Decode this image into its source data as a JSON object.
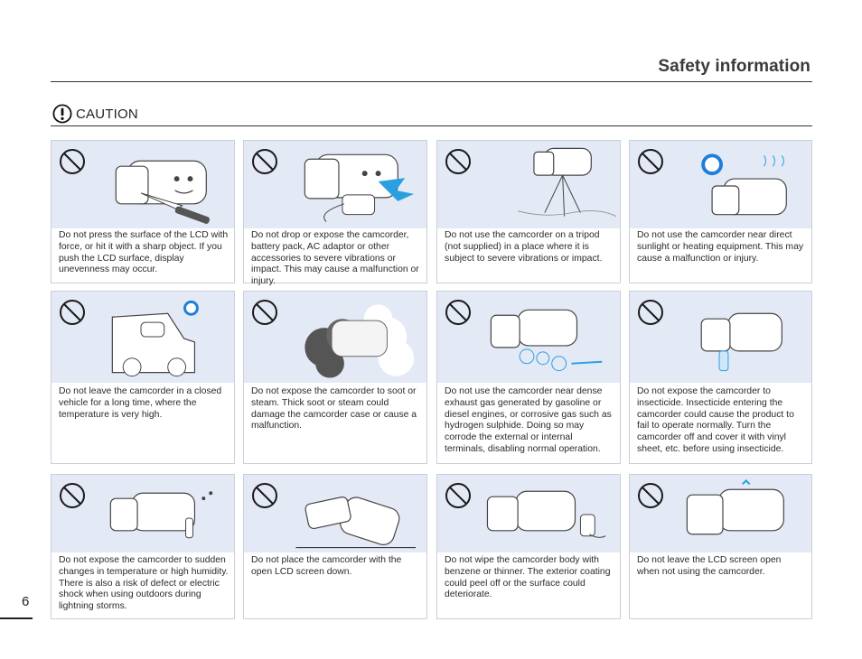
{
  "header": {
    "title": "Safety information"
  },
  "section": {
    "label": "CAUTION",
    "icon": "caution-icon"
  },
  "page_number": "6",
  "colors": {
    "illustration_bg": "#e4e9f6",
    "border": "#c9cfd9",
    "prohibition": "#1a1a1a"
  },
  "cards": [
    {
      "text": "Do not press the surface of the LCD with force, or hit it with a sharp object. If you push the LCD surface, display unevenness may occur."
    },
    {
      "text": "Do not drop or expose the camcorder, battery pack, AC adaptor or other accessories to severe vibrations or impact. This may cause a malfunction or injury."
    },
    {
      "text": "Do not use the camcorder on a tripod (not supplied) in a place where it is subject to severe vibrations or impact."
    },
    {
      "text": "Do not use the camcorder near direct sunlight or heating equipment. This may cause a malfunction or injury."
    },
    {
      "text": "Do not leave the camcorder in a closed vehicle for a long time, where the temperature is very high."
    },
    {
      "text": "Do not expose the camcorder to soot or steam. Thick soot or steam could damage the camcorder case or cause a malfunction."
    },
    {
      "text": "Do not use the camcorder near dense exhaust gas generated by gasoline or diesel engines, or corrosive gas such as hydrogen sulphide. Doing so may corrode the external or internal terminals, disabling normal operation."
    },
    {
      "text": "Do not expose the camcorder to insecticide. Insecticide entering the camcorder could cause the product to fail to operate normally. Turn the camcorder off and cover it with vinyl sheet, etc. before using insecticide."
    },
    {
      "text": "Do not expose the camcorder to sudden changes in temperature or high humidity. There is also a risk of defect or electric shock when using outdoors during lightning storms."
    },
    {
      "text": "Do not place the camcorder with the open LCD screen down."
    },
    {
      "text": "Do not wipe the camcorder body with benzene or thinner. The exterior coating could peel off or the surface could deteriorate."
    },
    {
      "text": "Do not leave the LCD screen open when not using the camcorder."
    }
  ]
}
